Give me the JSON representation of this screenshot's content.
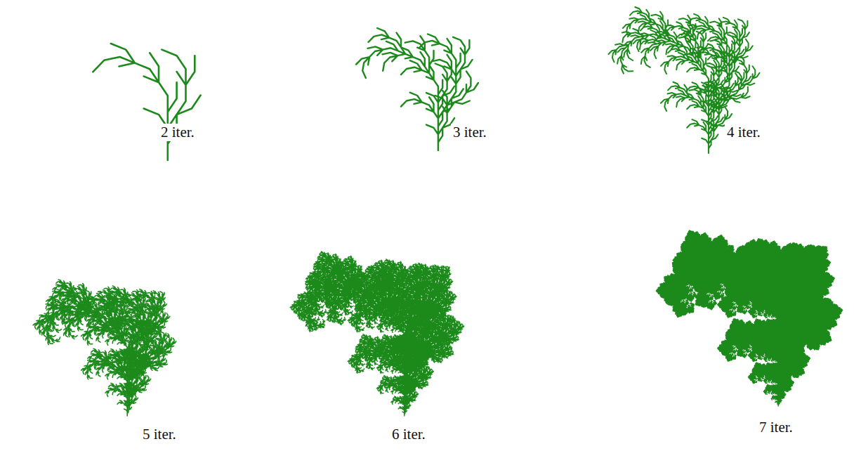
{
  "diagram": {
    "labels": [
      "2 iter.",
      "3 iter.",
      "4 iter.",
      "5 iter.",
      "6 iter.",
      "7 iter."
    ]
  }
}
